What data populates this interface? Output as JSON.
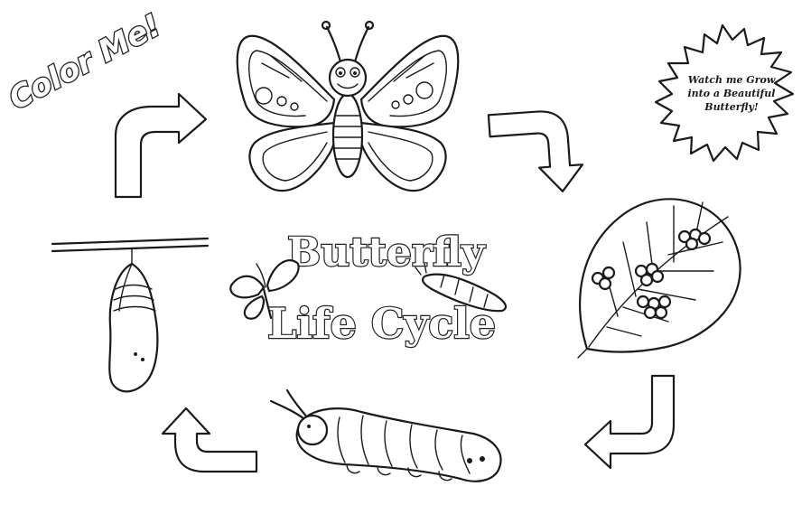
{
  "header": {
    "color_me": "Color Me!"
  },
  "burst": {
    "line1": "Watch me Grow",
    "line2": "into a Beautiful",
    "line3": "Butterfly!"
  },
  "title": {
    "line1": "Butterfly",
    "line2": "Life Cycle"
  },
  "stages": [
    {
      "name": "butterfly-icon"
    },
    {
      "name": "leaf-with-eggs-icon"
    },
    {
      "name": "caterpillar-icon"
    },
    {
      "name": "chrysalis-icon"
    }
  ],
  "colors": {
    "ink": "#1a1a1a",
    "paper": "#ffffff"
  }
}
